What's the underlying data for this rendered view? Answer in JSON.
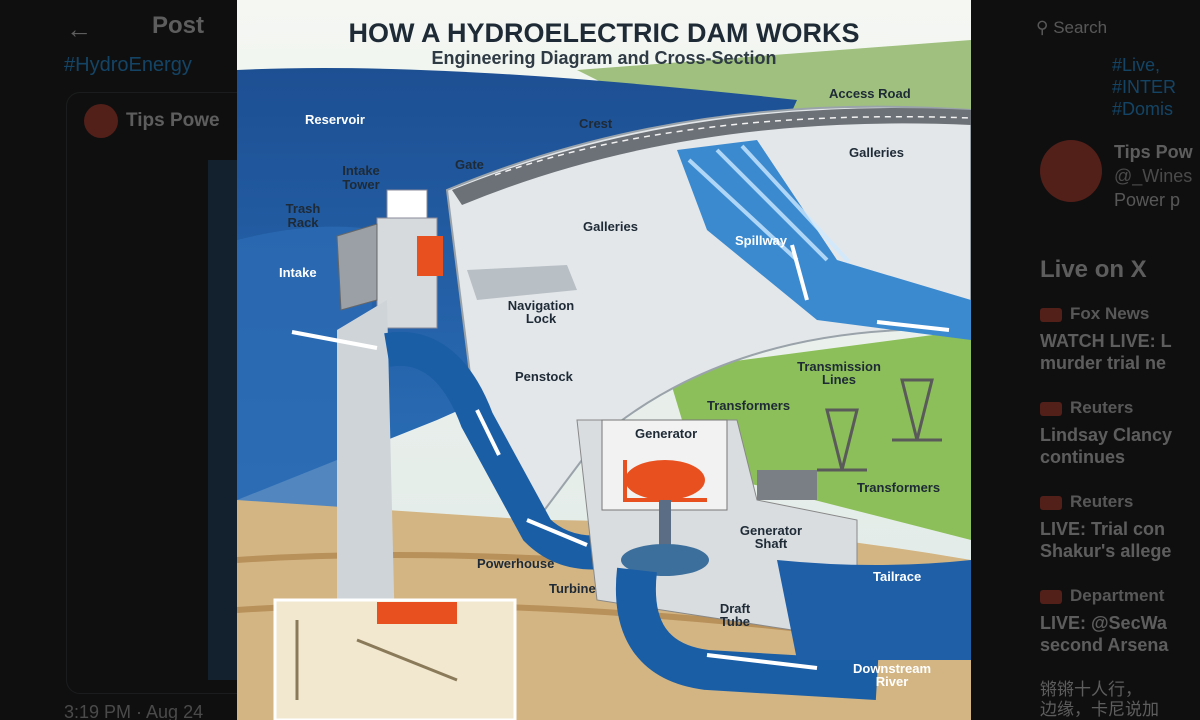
{
  "background": {
    "back_icon": "arrow-left-icon",
    "post_title": "Post",
    "hashtag": "#HydroEnergy",
    "author_name": "Tips Powe",
    "timestamp": "3:19 PM · Aug 24",
    "search_placeholder": "Search",
    "right_hashtags": [
      "#Live,",
      "#INTER",
      "#Domis"
    ],
    "right_profile": {
      "name": "Tips Pow",
      "handle": "@_Wines",
      "bio": "Power p"
    },
    "live_heading": "Live on X",
    "live_items": [
      {
        "source": "Fox News",
        "headline_1": "WATCH LIVE: L",
        "headline_2": "murder trial ne"
      },
      {
        "source": "Reuters",
        "headline_1": "Lindsay Clancy",
        "headline_2": "continues"
      },
      {
        "source": "Reuters",
        "headline_1": "LIVE: Trial con",
        "headline_2": "Shakur's allege"
      },
      {
        "source": "Department",
        "headline_1": "LIVE: @SecWa",
        "headline_2": "second Arsena"
      }
    ],
    "cjk_line_1": "锵锵十人行，",
    "cjk_line_2": "边缘，卡尼说加"
  },
  "diagram": {
    "title": "HOW A HYDROELECTRIC DAM WORKS",
    "subtitle": "Engineering Diagram and Cross-Section",
    "labels": {
      "access_road": "Access Road",
      "reservoir": "Reservoir",
      "crest": "Crest",
      "galleries_top": "Galleries",
      "intake_tower_1": "Intake",
      "intake_tower_2": "Tower",
      "gate": "Gate",
      "trash_rack_1": "Trash",
      "trash_rack_2": "Rack",
      "galleries_mid": "Galleries",
      "spillway": "Spillway",
      "intake": "Intake",
      "navigation_lock_1": "Navigation",
      "navigation_lock_2": "Lock",
      "penstock": "Penstock",
      "transmission_lines_1": "Transmission",
      "transmission_lines_2": "Lines",
      "transformers_upper": "Transformers",
      "generator": "Generator",
      "transformers_lower": "Transformers",
      "generator_shaft_1": "Generator",
      "generator_shaft_2": "Shaft",
      "powerhouse": "Powerhouse",
      "tailrace": "Tailrace",
      "turbine": "Turbine",
      "draft_tube_1": "Draft",
      "draft_tube_2": "Tube",
      "downstream_river_1": "Downstream",
      "downstream_river_2": "River"
    },
    "colors": {
      "water": "#1f5fa8",
      "concrete": "#d9dde0",
      "generator": "#e8511f",
      "land": "#8cbf5a"
    }
  }
}
